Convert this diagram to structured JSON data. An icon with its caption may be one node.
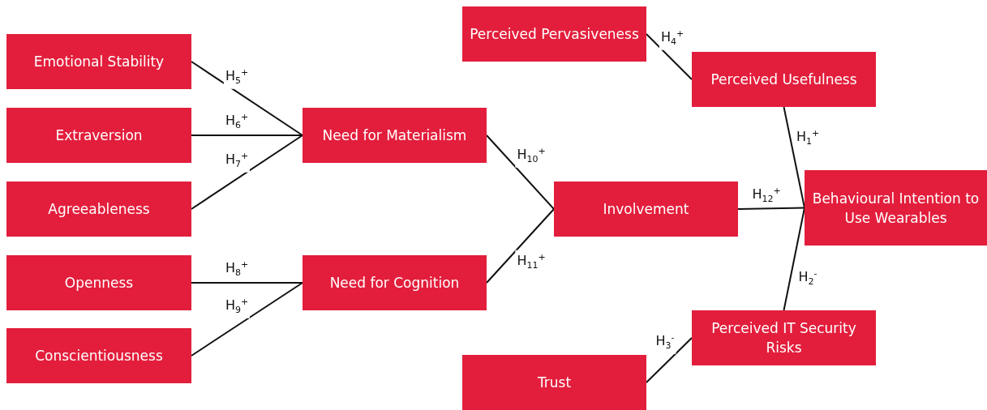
{
  "diagram": {
    "nodes": [
      {
        "text": [
          "Emotional Stability"
        ]
      },
      {
        "text": [
          "Extraversion"
        ]
      },
      {
        "text": [
          "Agreeableness"
        ]
      },
      {
        "text": [
          "Openness"
        ]
      },
      {
        "text": [
          "Conscientiousness"
        ]
      },
      {
        "text": [
          "Need for Materialism"
        ]
      },
      {
        "text": [
          "Need for Cognition"
        ]
      },
      {
        "text": [
          "Involvement"
        ]
      },
      {
        "text": [
          "Perceived Pervasiveness"
        ]
      },
      {
        "text": [
          "Perceived Usefulness"
        ]
      },
      {
        "text": [
          "Behavioural Intention to Use Wearables"
        ]
      },
      {
        "text": [
          "Perceived IT Security Risks"
        ]
      },
      {
        "text": [
          "Trust"
        ]
      }
    ],
    "edges": [
      {
        "from": 0,
        "to": 5,
        "arrow": "none",
        "label": "H$_{5}$$^{+}$"
      },
      {
        "from": 1,
        "to": 5,
        "arrow": "none",
        "label": "H$_{6}$$^{+}$"
      },
      {
        "from": 2,
        "to": 5,
        "arrow": "none",
        "label": "H$_{7}$$^{+}$"
      },
      {
        "from": 3,
        "to": 6,
        "arrow": "none",
        "label": "H$_{8}$$^{+}$"
      },
      {
        "from": 4,
        "to": 6,
        "arrow": "none",
        "label": "H$_{9}$$^{+}$"
      },
      {
        "from": 5,
        "to": 7,
        "arrow": "none",
        "label": "H$_{10}$$^{+}$"
      },
      {
        "from": 6,
        "to": 7,
        "arrow": "none",
        "label": "H$_{11}$$^{+}$"
      },
      {
        "from": 8,
        "to": 9,
        "arrow": "none",
        "label": "H$_{4}$$^{+}$"
      },
      {
        "from": 9,
        "to": 10,
        "arrow": "none",
        "label": "H$_{1}$$^{+}$"
      },
      {
        "from": 7,
        "to": 10,
        "arrow": "none",
        "label": "H$_{12}$$^{+}$"
      },
      {
        "from": 11,
        "to": 10,
        "arrow": "none",
        "label": "H$_{2}$$^{-}$"
      },
      {
        "from": 12,
        "to": 11,
        "arrow": "none",
        "label": "H$_{3}$$^{-}$"
      }
    ]
  }
}
